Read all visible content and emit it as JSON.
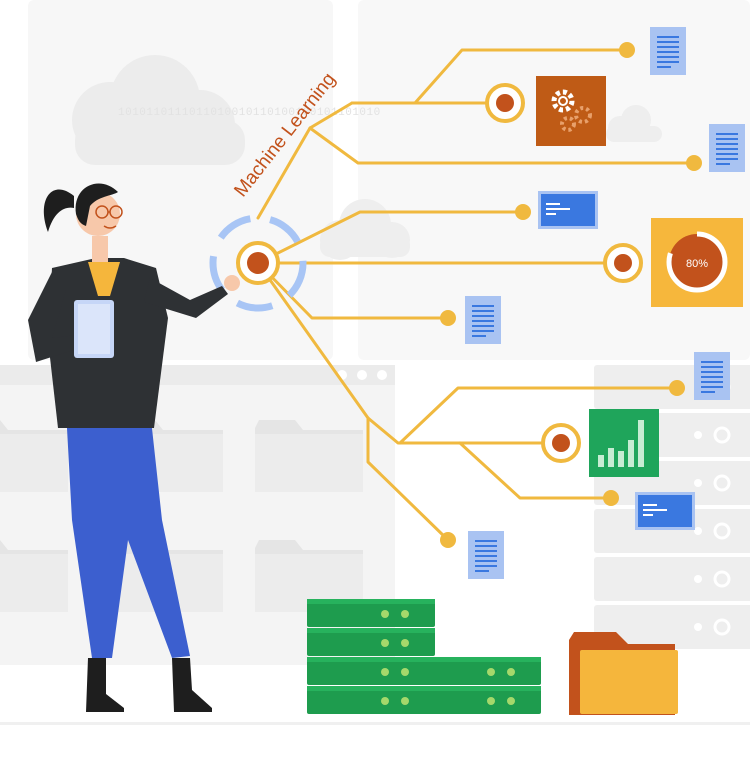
{
  "illustration": {
    "topic_label": "Machine Learning",
    "progress_text": "80%",
    "progress_value": 0.8,
    "binary_text": "1010110111011010010110100100101101010"
  },
  "colors": {
    "branch": "#f0b93f",
    "node": "#c2521c",
    "gear_tile": "#bf5b16",
    "donut_tile": "#f6b73c",
    "chart_tile": "#1fa55b",
    "doc_blue": "#a9c3f2",
    "screen_blue": "#3a78e0",
    "jacket": "#2e3134",
    "pants": "#3c5fcf",
    "server_green": "#1e9c4e",
    "folder_orange": "#f5b63c",
    "bg_gray": "#eeeeee"
  },
  "icons": [
    "gear-icon",
    "document-icon",
    "code-window-icon",
    "bar-chart-icon",
    "folder-icon",
    "server-icon",
    "cloud-icon",
    "tablet-icon"
  ]
}
